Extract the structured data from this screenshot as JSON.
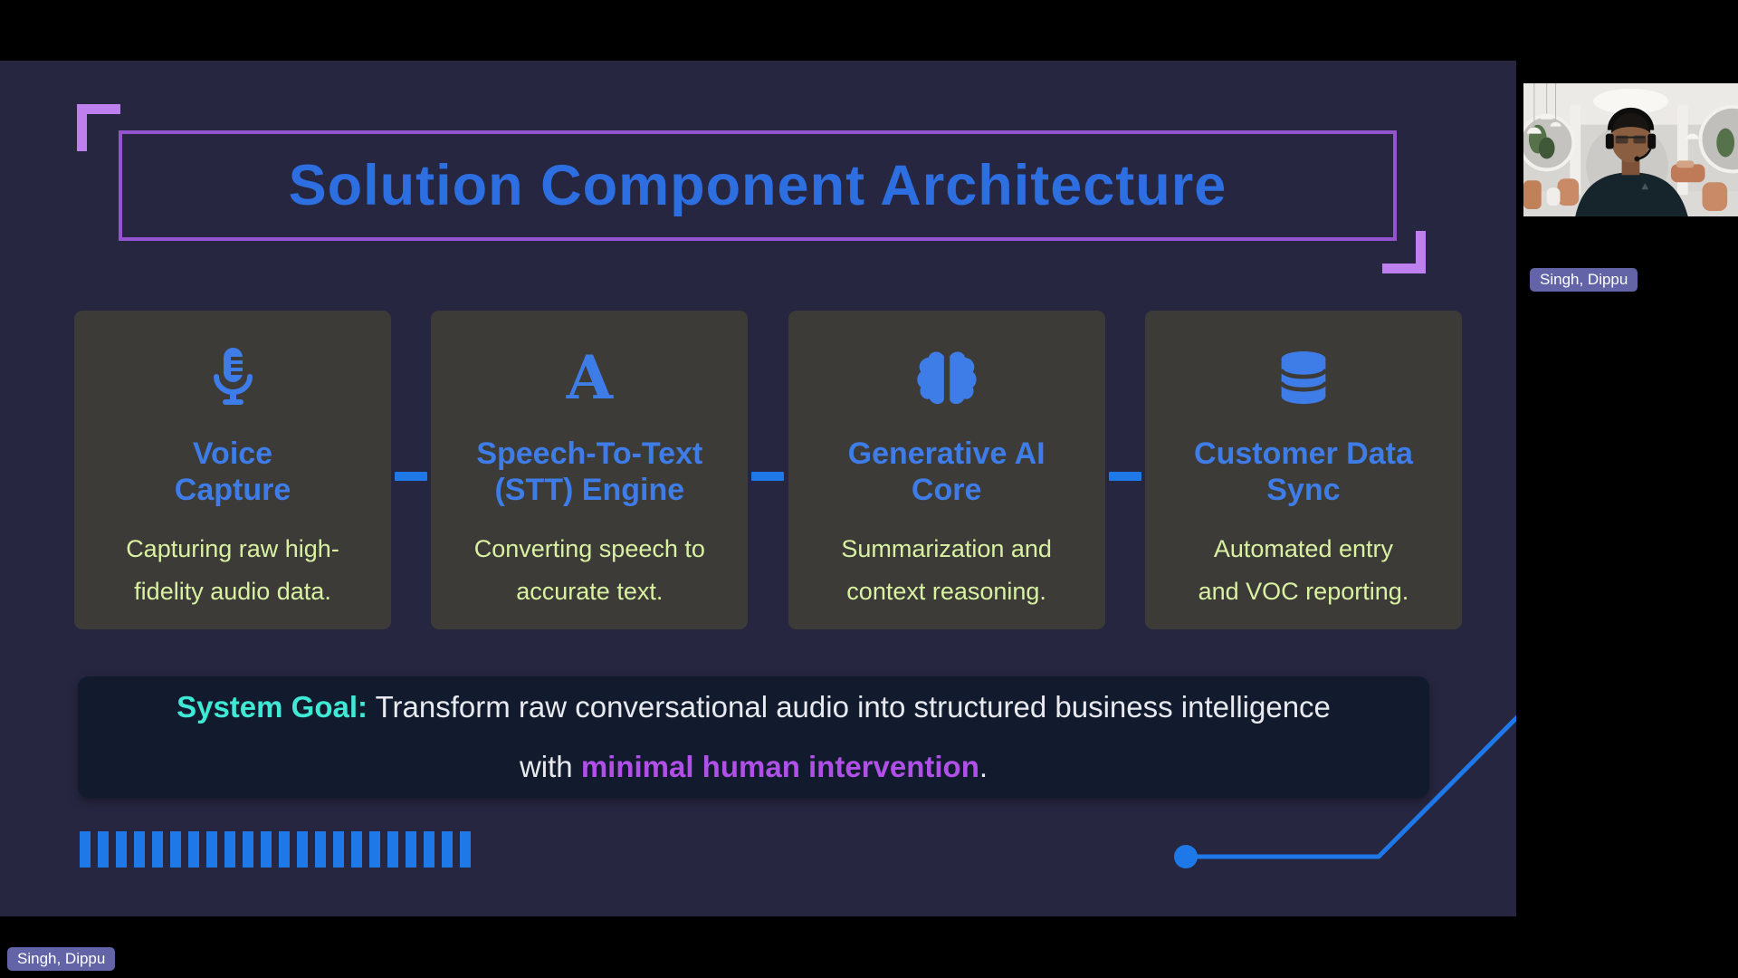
{
  "slide": {
    "title": "Solution Component Architecture",
    "cards": [
      {
        "icon": "microphone-icon",
        "title_line1": "Voice",
        "title_line2": "Capture",
        "desc_line1": "Capturing raw high-",
        "desc_line2": "fidelity audio data."
      },
      {
        "icon": "letter-a-icon",
        "icon_glyph": "A",
        "title_line1": "Speech-To-Text",
        "title_line2": "(STT) Engine",
        "desc_line1": "Converting speech to",
        "desc_line2": "accurate text."
      },
      {
        "icon": "brain-icon",
        "title_line1": "Generative AI",
        "title_line2": "Core",
        "desc_line1": "Summarization and",
        "desc_line2": "context reasoning."
      },
      {
        "icon": "database-icon",
        "title_line1": "Customer Data",
        "title_line2": "Sync",
        "desc_line1": "Automated entry",
        "desc_line2": "and VOC reporting."
      }
    ],
    "goal": {
      "label": "System Goal:",
      "text_line1": " Transform raw conversational audio into structured business intelligence",
      "text_line2_prefix": "with ",
      "text_line2_highlight": "minimal human intervention",
      "text_line2_suffix": "."
    },
    "decor": {
      "bar_count": 22,
      "line_icon": "circuit-line-icon",
      "bars_icon": "equalizer-bars-icon"
    }
  },
  "meeting": {
    "video_participant_name": "Singh, Dippu",
    "self_participant_name": "Singh, Dippu"
  },
  "colors": {
    "slide_bg": "#262640",
    "title_blue": "#2d6ee0",
    "box_border_purple": "#9355cd",
    "bracket_purple": "#bd80ee",
    "card_bg": "#3c3b38",
    "card_blue": "#3e7ce8",
    "desc_green": "#d9f2a2",
    "goal_bar_bg": "#111b2d",
    "goal_cyan": "#3fe9d6",
    "goal_text": "#e9eaf0",
    "goal_purple": "#b150e9",
    "decor_blue": "#1f78e8",
    "tag_bg": "#6264a7",
    "tag_text": "#ffffff"
  }
}
